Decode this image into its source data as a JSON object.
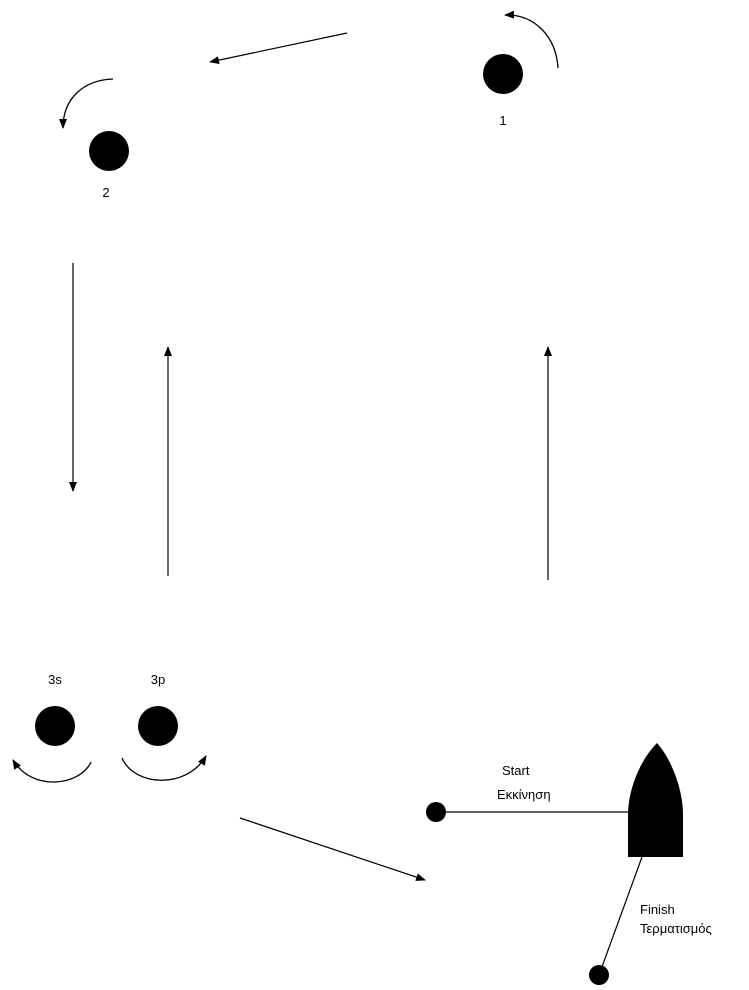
{
  "course": {
    "marks": [
      {
        "id": "mark-1",
        "label": "1",
        "rounding": "counterclockwise"
      },
      {
        "id": "mark-2",
        "label": "2",
        "rounding": "counterclockwise"
      },
      {
        "id": "mark-3s",
        "label": "3s",
        "rounding": "clockwise"
      },
      {
        "id": "mark-3p",
        "label": "3p",
        "rounding": "counterclockwise"
      }
    ],
    "start_line": {
      "label_en": "Start",
      "label_gr": "Εκκίνηση"
    },
    "finish_line": {
      "label_en": "Finish",
      "label_gr": "Τερματισμός"
    }
  },
  "colors": {
    "ink": "#000000",
    "background": "#ffffff"
  }
}
